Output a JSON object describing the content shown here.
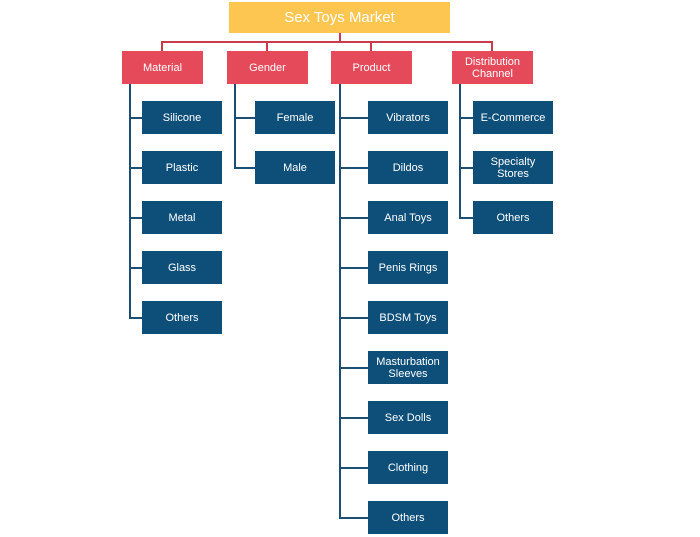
{
  "root": {
    "label": "Sex Toys Market"
  },
  "colors": {
    "root": "#fdc651",
    "category": "#e44a5a",
    "leaf": "#0e4f7a",
    "connector_red": "#c93a4b",
    "connector_blue": "#1a4e73"
  },
  "categories": [
    {
      "label": "Material",
      "items": [
        "Silicone",
        "Plastic",
        "Metal",
        "Glass",
        "Others"
      ]
    },
    {
      "label": "Gender",
      "items": [
        "Female",
        "Male"
      ]
    },
    {
      "label": "Product",
      "items": [
        "Vibrators",
        "Dildos",
        "Anal Toys",
        "Penis Rings",
        "BDSM Toys",
        "Masturbation Sleeves",
        "Sex Dolls",
        "Clothing",
        "Others"
      ]
    },
    {
      "label": "Distribution Channel",
      "items": [
        "E-Commerce",
        "Specialty Stores",
        "Others"
      ]
    }
  ]
}
